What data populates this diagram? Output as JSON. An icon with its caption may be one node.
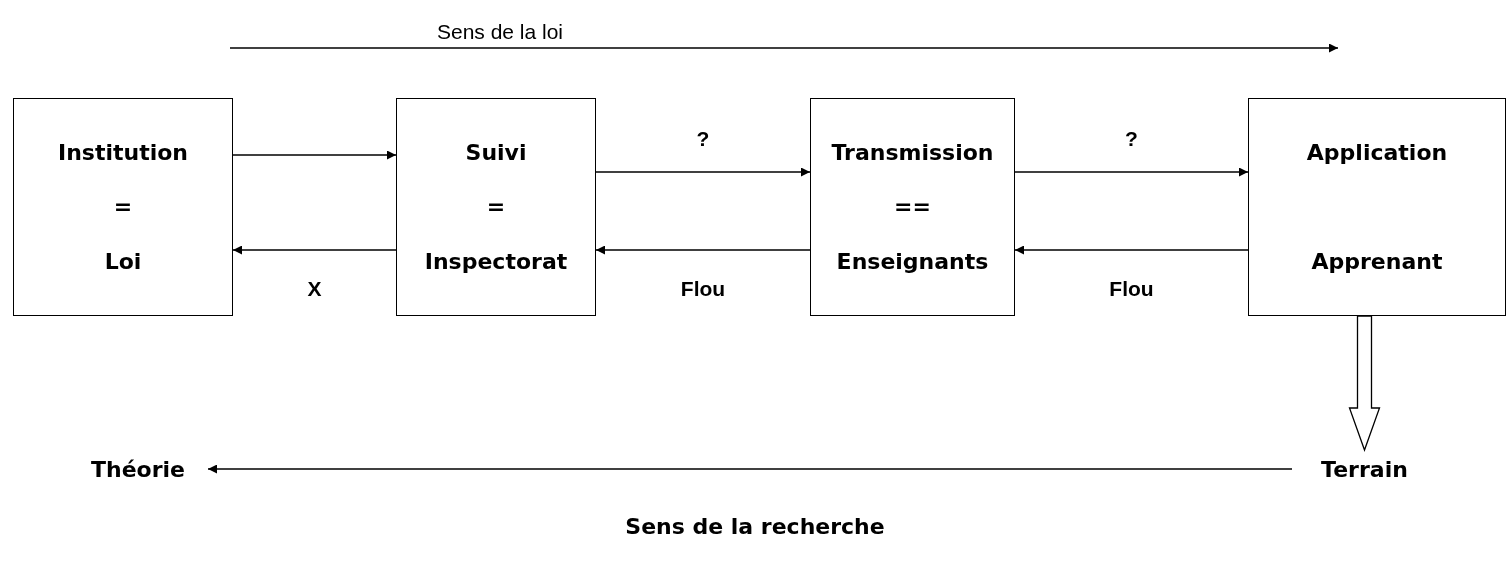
{
  "diagram": {
    "nodes": [
      {
        "text": [
          "Institution",
          "=",
          "Loi"
        ]
      },
      {
        "text": [
          "Suivi",
          "=",
          "Inspectorat"
        ]
      },
      {
        "text": [
          "Transmission",
          "==",
          "Enseignants"
        ]
      },
      {
        "text": [
          "Application",
          "Apprenant"
        ]
      },
      {
        "text": [
          "Théorie"
        ]
      },
      {
        "text": [
          "Terrain"
        ]
      }
    ],
    "edges": [
      {
        "from": 0,
        "to": 1,
        "arrow": "to"
      },
      {
        "from": 1,
        "to": 2,
        "label": "?",
        "arrow": "to"
      },
      {
        "from": 2,
        "to": 3,
        "label": "?",
        "arrow": "to"
      },
      {
        "from": 1,
        "to": 0,
        "label": "X",
        "arrow": "to"
      },
      {
        "from": 2,
        "to": 1,
        "label": "Flou",
        "arrow": "to"
      },
      {
        "from": 3,
        "to": 2,
        "label": "Flou",
        "arrow": "to"
      },
      {
        "from": 3,
        "to": 5,
        "arrow": "to",
        "style": "thick"
      },
      {
        "from": 5,
        "to": 4,
        "arrow": "to"
      }
    ],
    "labels": [
      "Sens de la loi",
      "Sens de la recherche"
    ]
  }
}
